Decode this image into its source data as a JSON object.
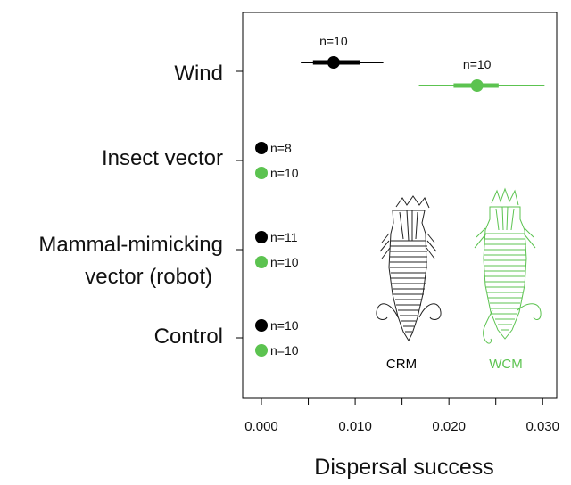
{
  "chart_data": {
    "type": "scatter",
    "xlabel": "Dispersal success",
    "ylabel": "",
    "xlim": [
      -0.002,
      0.0315
    ],
    "x_ticks": [
      "0.000",
      "0.010",
      "0.020",
      "0.030"
    ],
    "x_tick_values": [
      0.0,
      0.01,
      0.02,
      0.03
    ],
    "x_minor_ticks": [
      0.005,
      0.015,
      0.025
    ],
    "grid": false,
    "categories": [
      {
        "key": "wind",
        "label": "Wind"
      },
      {
        "key": "insect",
        "label": "Insect vector"
      },
      {
        "key": "robot",
        "label": "Mammal-mimicking\nvector (robot)",
        "line1": "Mammal-mimicking",
        "line2": "vector (robot)"
      },
      {
        "key": "control",
        "label": "Control"
      }
    ],
    "series": [
      {
        "key": "CRM",
        "color": "#000000",
        "points": [
          {
            "category": "wind",
            "x": 0.0077,
            "ci_inner": [
              0.0055,
              0.0105
            ],
            "ci_outer": [
              0.0042,
              0.013
            ],
            "n_label": "n=10"
          },
          {
            "category": "insect",
            "x": 0.0,
            "n_label": "n=8"
          },
          {
            "category": "robot",
            "x": 0.0,
            "n_label": "n=11"
          },
          {
            "category": "control",
            "x": 0.0,
            "n_label": "n=10"
          }
        ]
      },
      {
        "key": "WCM",
        "color": "#5cc350",
        "points": [
          {
            "category": "wind",
            "x": 0.023,
            "ci_inner": [
              0.0205,
              0.0253
            ],
            "ci_outer": [
              0.0168,
              0.0302
            ],
            "n_label": "n=10"
          },
          {
            "category": "insect",
            "x": 0.0,
            "n_label": "n=10"
          },
          {
            "category": "robot",
            "x": 0.0,
            "n_label": "n=10"
          },
          {
            "category": "control",
            "x": 0.0,
            "n_label": "n=10"
          }
        ]
      }
    ],
    "mite_labels": {
      "crm": {
        "text": "CRM",
        "color": "#000000"
      },
      "wcm": {
        "text": "WCM",
        "color": "#5cc350"
      }
    }
  }
}
